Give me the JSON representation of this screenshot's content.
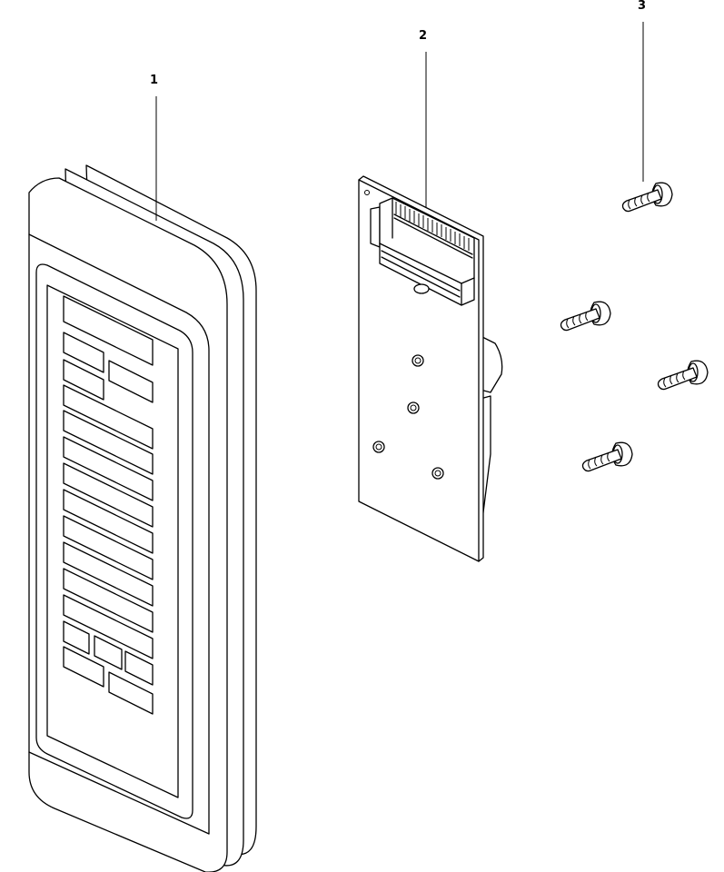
{
  "diagram": {
    "callouts": [
      {
        "id": "1",
        "label": "1",
        "part": "control-panel-housing"
      },
      {
        "id": "2",
        "label": "2",
        "part": "control-circuit-board"
      },
      {
        "id": "3",
        "label": "3",
        "part": "mounting-screw"
      }
    ],
    "screw_count": 4,
    "keypad_rows": 14,
    "colors": {
      "stroke": "#000000",
      "background": "#ffffff"
    }
  }
}
